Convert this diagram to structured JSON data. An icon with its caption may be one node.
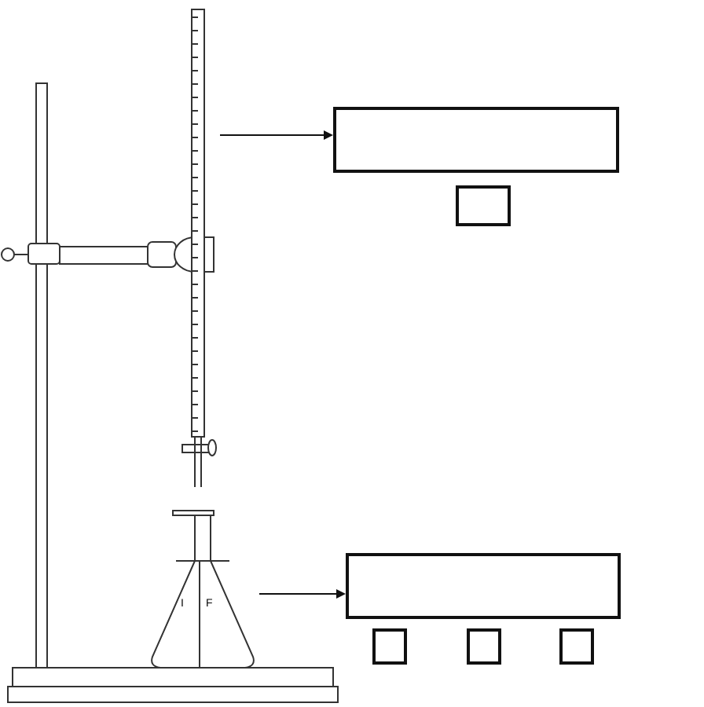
{
  "diagram": {
    "nodes": [
      {
        "text": [],
        "shape": "picture"
      },
      {
        "text": [],
        "shape": "box"
      },
      {
        "text": [],
        "shape": "box"
      },
      {
        "text": [],
        "shape": "picture"
      },
      {
        "text": [],
        "shape": "box"
      },
      {
        "text": [],
        "shape": "box"
      },
      {
        "text": [],
        "shape": "box"
      },
      {
        "text": [],
        "shape": "box"
      }
    ],
    "edges": [
      {
        "from": 0,
        "to": 1,
        "arrow": "to"
      },
      {
        "from": 3,
        "to": 4,
        "arrow": "to"
      }
    ],
    "labels": [
      "I",
      "F"
    ]
  }
}
